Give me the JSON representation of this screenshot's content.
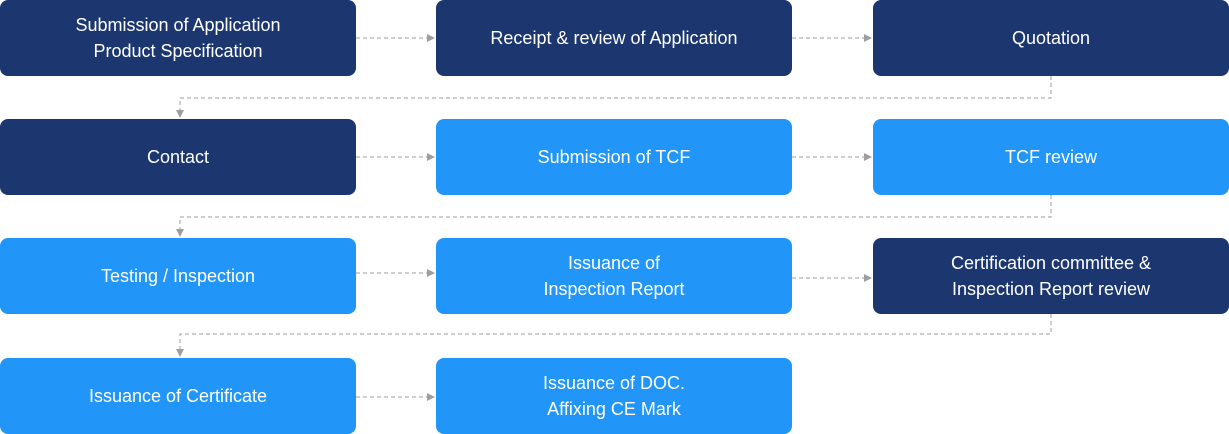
{
  "colors": {
    "dark": "#1c3770",
    "light": "#2196f8",
    "connector": "#9e9e9e"
  },
  "steps": [
    {
      "lines": [
        "Submission of Application",
        "Product Specification"
      ],
      "tone": "dark"
    },
    {
      "lines": [
        "Receipt & review of Application"
      ],
      "tone": "dark"
    },
    {
      "lines": [
        "Quotation"
      ],
      "tone": "dark"
    },
    {
      "lines": [
        "Contact"
      ],
      "tone": "dark"
    },
    {
      "lines": [
        "Submission of TCF"
      ],
      "tone": "light"
    },
    {
      "lines": [
        "TCF review"
      ],
      "tone": "light"
    },
    {
      "lines": [
        "Testing / Inspection"
      ],
      "tone": "light"
    },
    {
      "lines": [
        "Issuance of",
        "Inspection Report"
      ],
      "tone": "light"
    },
    {
      "lines": [
        "Certification committee &",
        "Inspection Report review"
      ],
      "tone": "dark"
    },
    {
      "lines": [
        "Issuance of Certificate"
      ],
      "tone": "light"
    },
    {
      "lines": [
        "Issuance of DOC.",
        "Affixing CE Mark"
      ],
      "tone": "light"
    }
  ]
}
